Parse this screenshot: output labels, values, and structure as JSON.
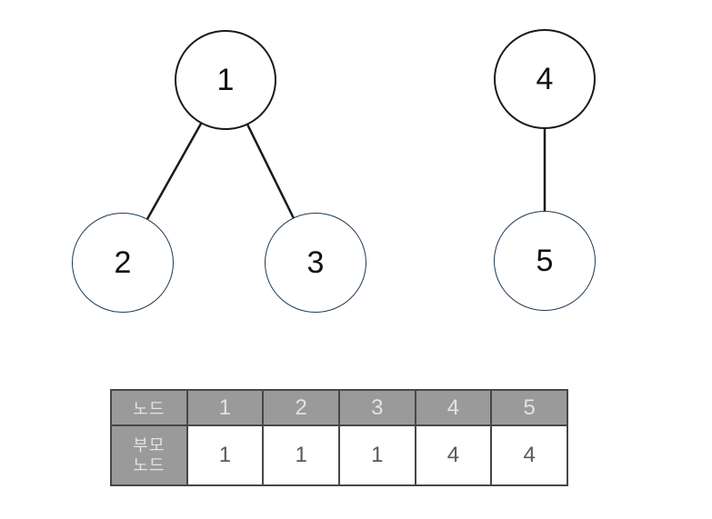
{
  "diagram": {
    "nodes": [
      {
        "id": "1",
        "label": "1",
        "role": "root"
      },
      {
        "id": "2",
        "label": "2",
        "role": "child"
      },
      {
        "id": "3",
        "label": "3",
        "role": "child"
      },
      {
        "id": "4",
        "label": "4",
        "role": "root"
      },
      {
        "id": "5",
        "label": "5",
        "role": "child"
      }
    ],
    "edges": [
      {
        "from": "1",
        "to": "2"
      },
      {
        "from": "1",
        "to": "3"
      },
      {
        "from": "4",
        "to": "5"
      }
    ],
    "colors": {
      "root_border": "#1a1a1a",
      "child_border": "#203a54",
      "edge": "#1a1a1a",
      "node_fill": "#ffffff"
    }
  },
  "table": {
    "header_row": {
      "label": "노드",
      "values": [
        "1",
        "2",
        "3",
        "4",
        "5"
      ]
    },
    "parent_row": {
      "label_line1": "부모",
      "label_line2": "노드",
      "values": [
        "1",
        "1",
        "1",
        "4",
        "4"
      ]
    },
    "colors": {
      "header_bg": "#9a9a9a",
      "header_text": "#e3e3e3",
      "body_text": "#595959",
      "border": "#474747"
    }
  }
}
